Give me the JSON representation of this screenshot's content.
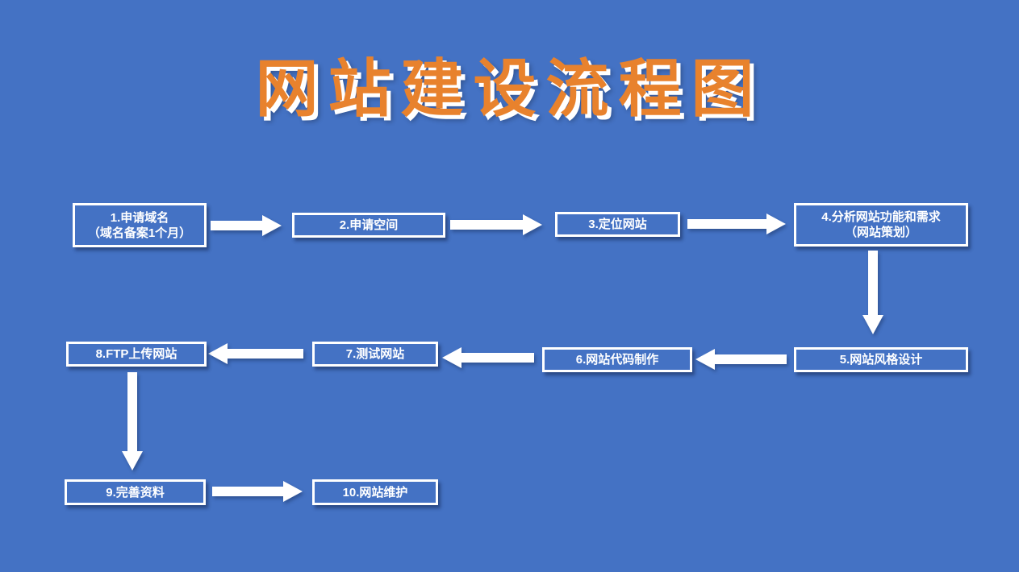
{
  "title": "网站建设流程图",
  "colors": {
    "background": "#4472C4",
    "box_border": "#ffffff",
    "box_text": "#ffffff",
    "arrow": "#ffffff",
    "title_fill": "#E8822D",
    "title_highlight": "#ffffff"
  },
  "steps": [
    {
      "id": 1,
      "line1": "1.申请域名",
      "line2": "（域名备案1个月）"
    },
    {
      "id": 2,
      "line1": "2.申请空间"
    },
    {
      "id": 3,
      "line1": "3.定位网站"
    },
    {
      "id": 4,
      "line1": "4.分析网站功能和需求",
      "line2": "（网站策划）"
    },
    {
      "id": 5,
      "line1": "5.网站风格设计"
    },
    {
      "id": 6,
      "line1": "6.网站代码制作"
    },
    {
      "id": 7,
      "line1": "7.测试网站"
    },
    {
      "id": 8,
      "line1": "8.FTP上传网站"
    },
    {
      "id": 9,
      "line1": "9.完善资料"
    },
    {
      "id": 10,
      "line1": "10.网站维护"
    }
  ],
  "flow": [
    "1→2",
    "2→3",
    "3→4",
    "4→5",
    "5→6",
    "6→7",
    "7→8",
    "8→9",
    "9→10"
  ]
}
